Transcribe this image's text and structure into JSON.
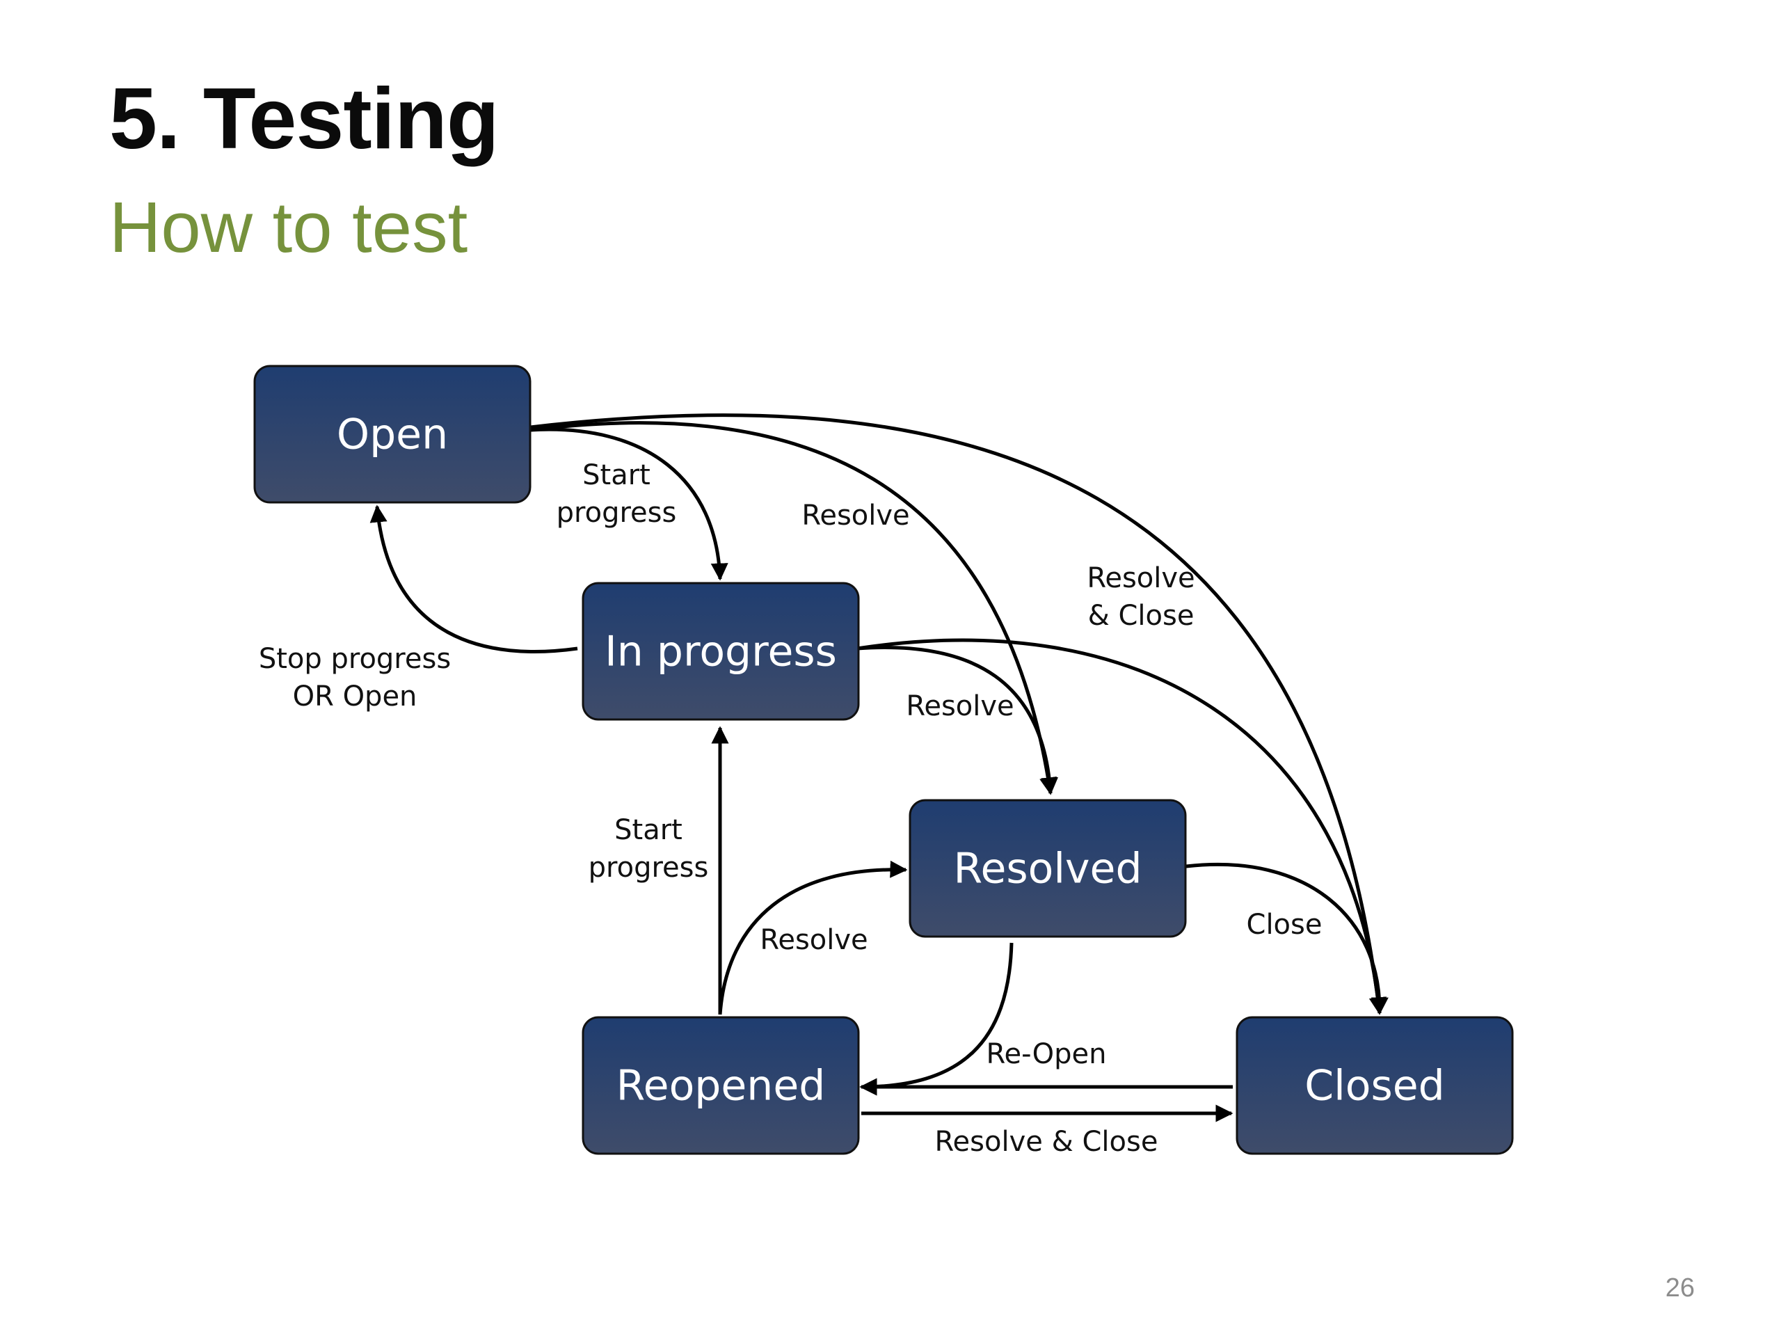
{
  "slide": {
    "title": "5. Testing",
    "subtitle": "How to test",
    "page_number": "26"
  },
  "colors": {
    "title": "#0b0b0b",
    "subtitle": "#76923c",
    "state_fill_top": "#1f3d70",
    "state_fill_bottom": "#3f4c6a",
    "state_text": "#ffffff",
    "arrow": "#000000"
  },
  "diagram": {
    "states": {
      "open": "Open",
      "in_progress": "In progress",
      "resolved": "Resolved",
      "reopened": "Reopened",
      "closed": "Closed"
    },
    "transitions": {
      "open_start_progress_line1": "Start",
      "open_start_progress_line2": "progress",
      "open_resolve": "Resolve",
      "open_resolve_close_line1": "Resolve",
      "open_resolve_close_line2": "& Close",
      "stop_progress_line1": "Stop progress",
      "stop_progress_line2": "OR Open",
      "inprogress_resolve": "Resolve",
      "reopened_start_progress_line1": "Start",
      "reopened_start_progress_line2": "progress",
      "reopened_resolve": "Resolve",
      "resolved_close": "Close",
      "resolved_reopen": "Re-Open",
      "reopened_resolve_close": "Resolve & Close"
    }
  }
}
